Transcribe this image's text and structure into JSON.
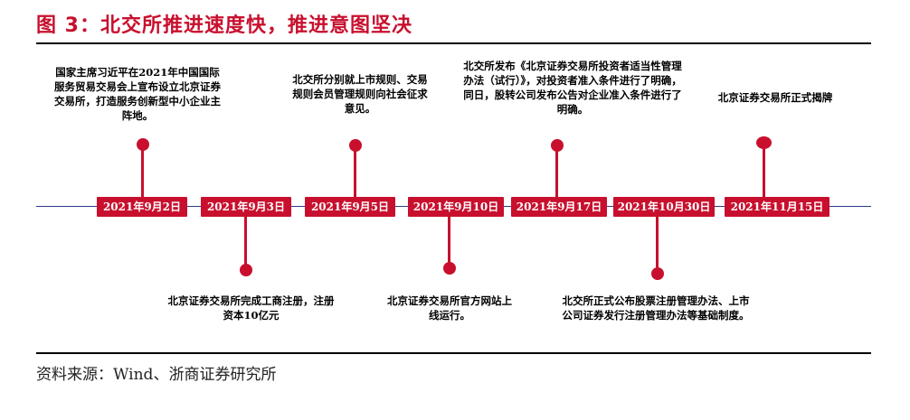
{
  "title": "图 3：北交所推进速度快，推进意图坚决",
  "source": "资料来源：Wind、浙商证券研究所",
  "events": [
    {
      "date": "2021年9月2日",
      "text": "国家主席习近平在2021年中国国际服务贸易交易会上宣布设立北京证券交易所，打造服务创新型中小企业主阵地。"
    },
    {
      "date": "2021年9月3日",
      "text": "北京证券交易所完成工商注册，注册资本10亿元"
    },
    {
      "date": "2021年9月5日",
      "text": "北交所分别就上市规则、交易规则会员管理规则向社会征求意见。"
    },
    {
      "date": "2021年9月10日",
      "text": "北京证券交易所官方网站上线运行。"
    },
    {
      "date": "2021年9月17日",
      "text": "北交所发布《北京证券交易所投资者适当性管理办法（试行）》，对投资者准入条件进行了明确，同日，股转公司发布公告对企业准入条件进行了明确。"
    },
    {
      "date": "2021年10月30日",
      "text": "北交所正式公布股票注册管理办法、上市公司证券发行注册管理办法等基础制度。"
    },
    {
      "date": "2021年11月15日",
      "text": "北京证券交易所正式揭牌"
    }
  ]
}
